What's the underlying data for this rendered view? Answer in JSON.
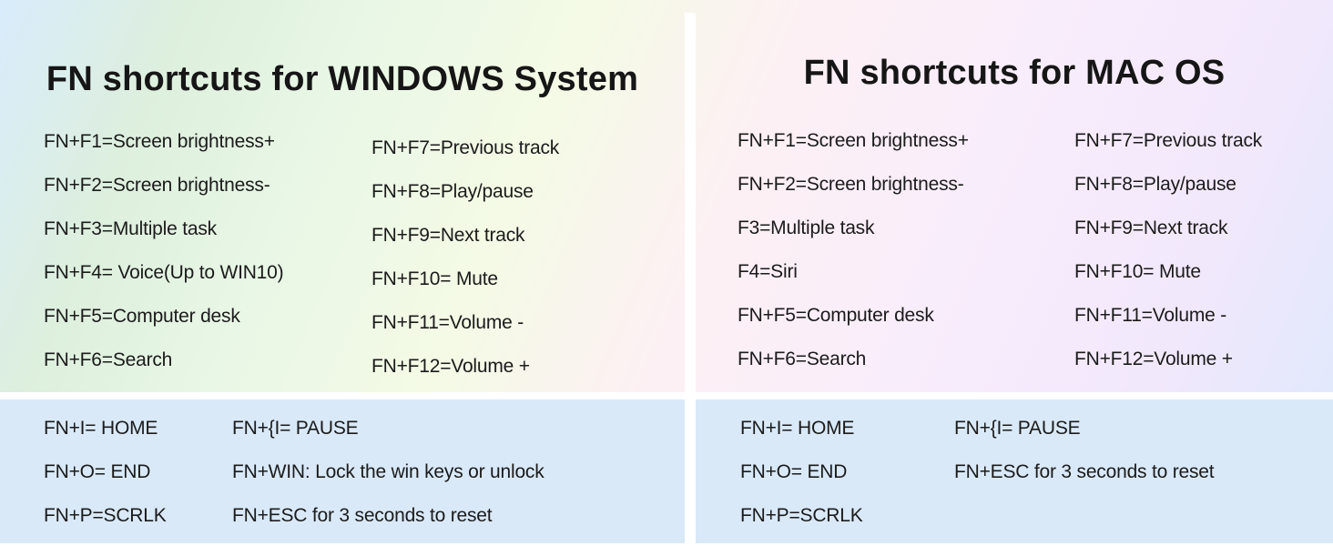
{
  "windows": {
    "title": "FN shortcuts for WINDOWS System",
    "fn_col1": [
      "FN+F1=Screen brightness+",
      "FN+F2=Screen brightness-",
      "FN+F3=Multiple task",
      "FN+F4= Voice(Up to WIN10)",
      "FN+F5=Computer desk",
      "FN+F6=Search"
    ],
    "fn_col2": [
      "FN+F7=Previous track",
      "FN+F8=Play/pause",
      "FN+F9=Next track",
      "FN+F10= Mute",
      "FN+F11=Volume -",
      "FN+F12=Volume +"
    ],
    "extra_col1": [
      "FN+I= HOME",
      "FN+O= END",
      "FN+P=SCRLK"
    ],
    "extra_col2": [
      "FN+{I= PAUSE",
      "FN+WIN: Lock the win keys or unlock",
      "FN+ESC for 3 seconds to reset"
    ]
  },
  "mac": {
    "title": "FN shortcuts for MAC OS",
    "fn_col1": [
      "FN+F1=Screen brightness+",
      "FN+F2=Screen brightness-",
      "F3=Multiple task",
      "F4=Siri",
      "FN+F5=Computer desk",
      "FN+F6=Search"
    ],
    "fn_col2": [
      "FN+F7=Previous track",
      "FN+F8=Play/pause",
      "FN+F9=Next track",
      "FN+F10= Mute",
      "FN+F11=Volume -",
      "FN+F12=Volume +"
    ],
    "extra_col1": [
      "FN+I= HOME",
      "FN+O= END",
      "FN+P=SCRLK"
    ],
    "extra_col2": [
      "FN+{I= PAUSE",
      "FN+ESC for 3 seconds to reset"
    ]
  },
  "colors": {
    "text": "#1b1b1b",
    "bottom_panel_bg": "#d9e9f8",
    "divider": "#ffffff",
    "gradient_blue": "#d8ecfc",
    "gradient_green": "#e9f7e6",
    "gradient_yellow": "#f4fae5",
    "gradient_pink": "#fdf0f4",
    "gradient_lavender": "#f2e8fc"
  }
}
